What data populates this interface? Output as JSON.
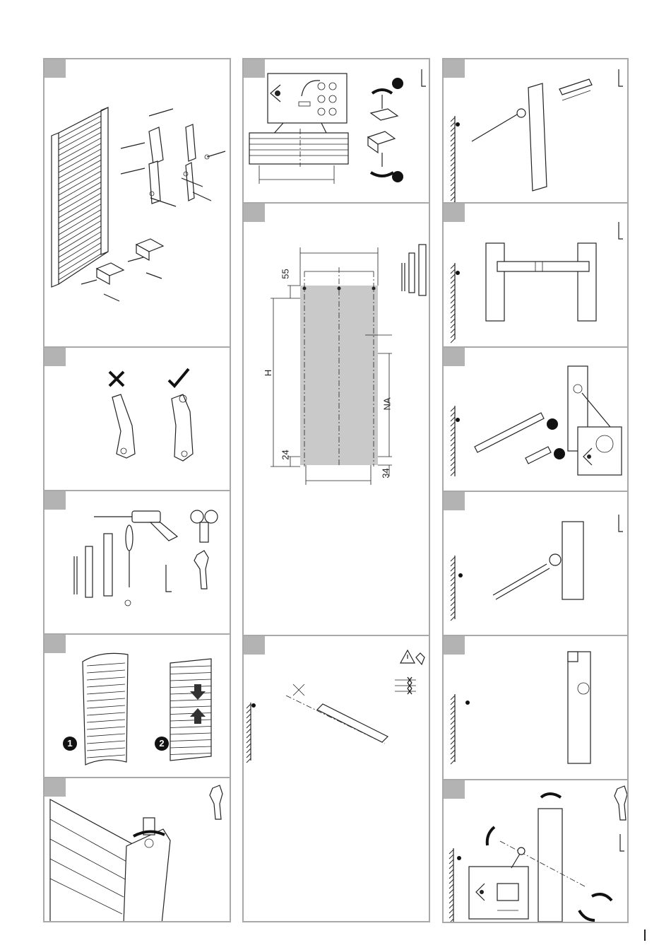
{
  "dimensions": {
    "top_offset": "55",
    "height": "H",
    "bottom_offset": "24",
    "hub_distance": "NA",
    "bottom_right": "34"
  },
  "badges": {
    "step_one": "1",
    "step_two": "2"
  },
  "icons": {
    "wrong": "cross-icon",
    "right": "check-icon",
    "warning": "warning-icon",
    "spanner": "spanner-icon",
    "hex_key": "hex-key-icon",
    "eye": "eye-icon"
  }
}
